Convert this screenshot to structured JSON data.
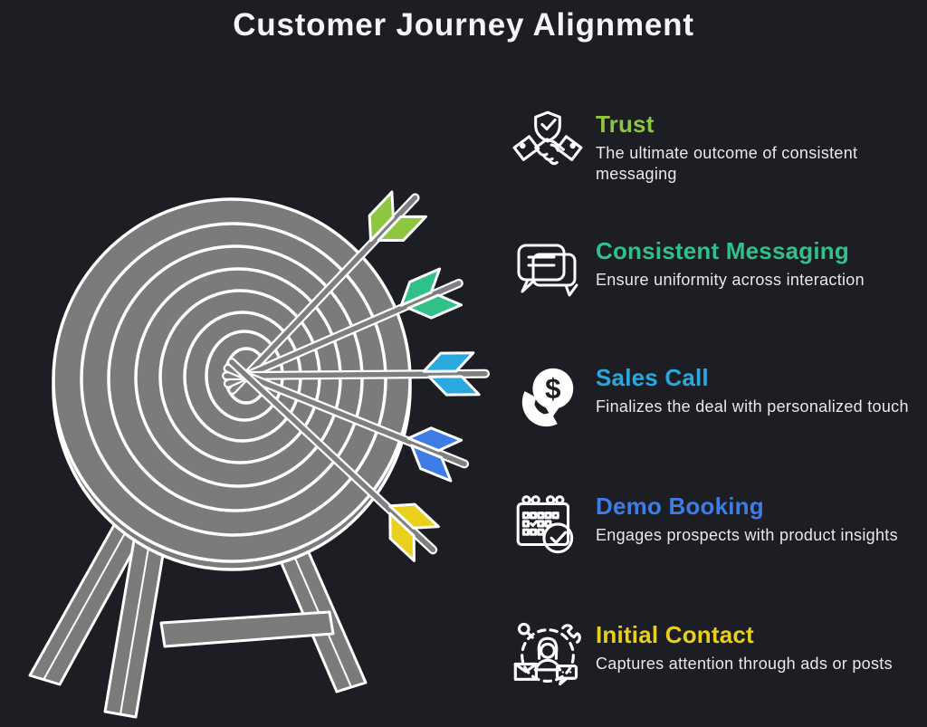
{
  "title": "Customer Journey Alignment",
  "theme": {
    "background": "#1d1d24",
    "title_color": "#f5f5f6",
    "body_text_color": "#e9e9ea",
    "target_gray": "#7b7b7b",
    "outline_white": "#ffffff"
  },
  "target": {
    "description": "archery target on wooden stand hit by five arrows, fletching colors match journey stages",
    "arrow_count": 5
  },
  "items": [
    {
      "id": "trust",
      "label": "Trust",
      "description": "The ultimate outcome of consistent messaging",
      "color": "#8dc63f",
      "icon": "handshake-shield-icon"
    },
    {
      "id": "consistent-messaging",
      "label": "Consistent Messaging",
      "description": "Ensure uniformity across interaction",
      "color": "#2fc189",
      "icon": "chat-bubbles-icon"
    },
    {
      "id": "sales-call",
      "label": "Sales Call",
      "description": "Finalizes the deal with personalized touch",
      "color": "#29a9e0",
      "icon": "phone-dollar-icon"
    },
    {
      "id": "demo-booking",
      "label": "Demo Booking",
      "description": "Engages prospects with product insights",
      "color": "#3f7ce6",
      "icon": "calendar-check-icon"
    },
    {
      "id": "initial-contact",
      "label": "Initial Contact",
      "description": "Captures attention through ads or posts",
      "color": "#e8d01d",
      "icon": "person-network-icon"
    }
  ]
}
